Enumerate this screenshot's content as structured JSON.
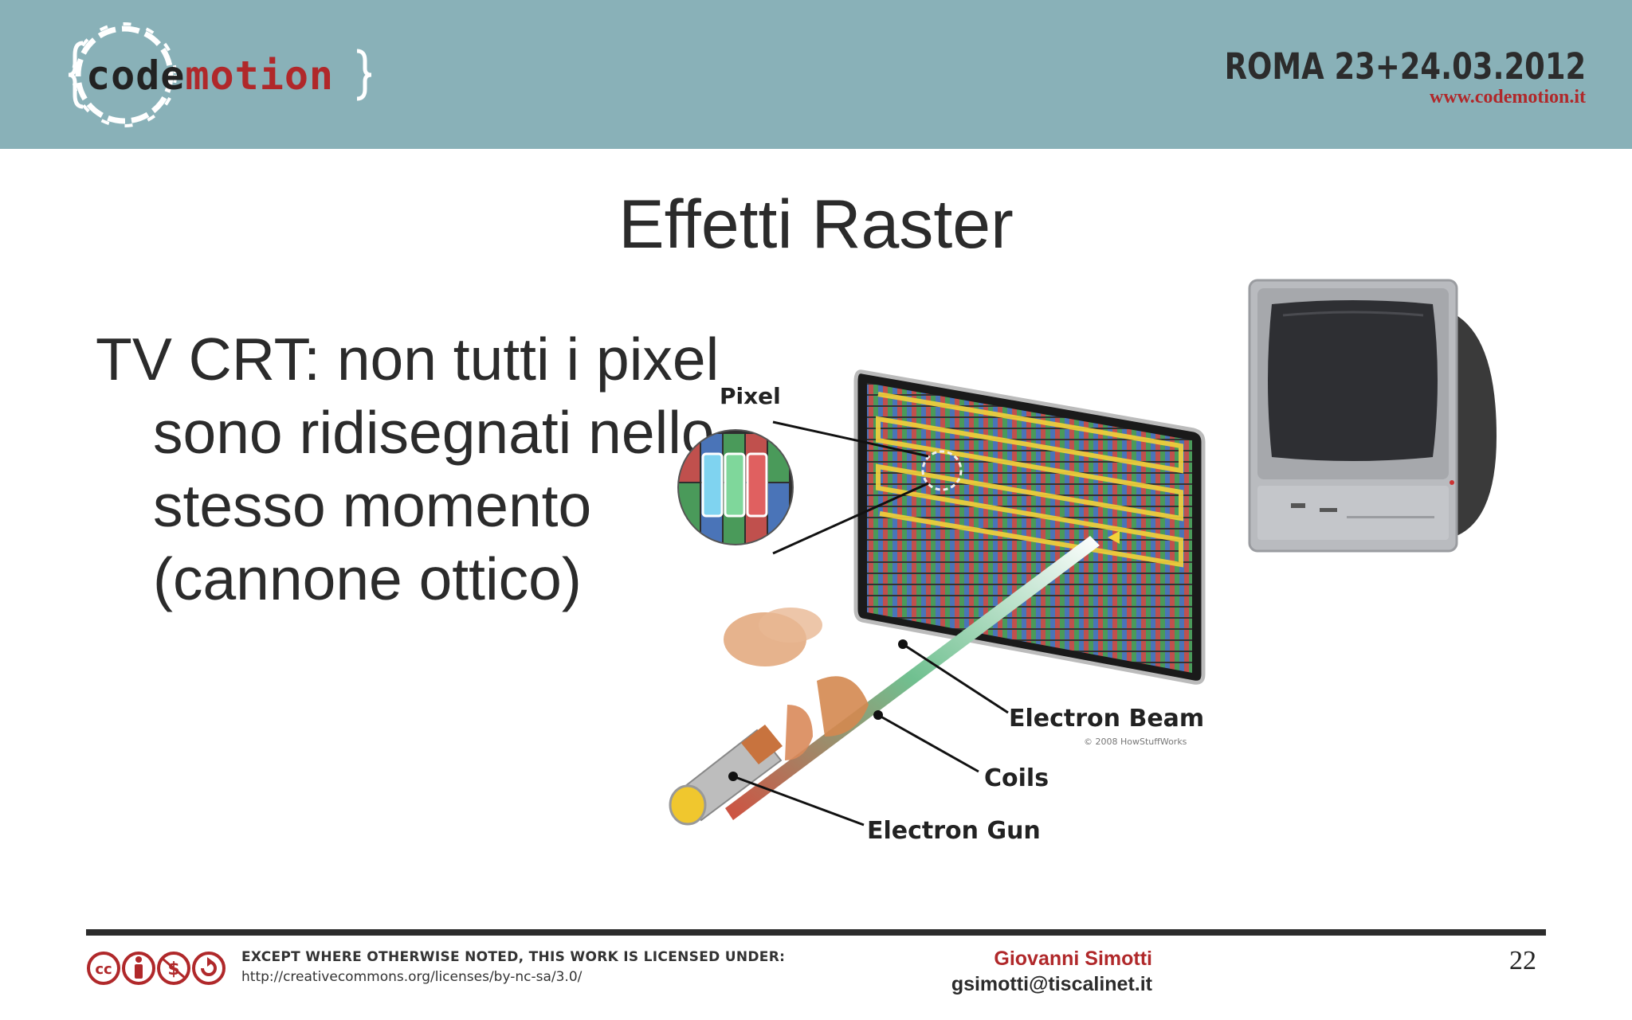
{
  "header": {
    "logo_text_dark": "code",
    "logo_text_red": "motion",
    "event_date": "ROMA 23+24.03.2012",
    "event_url": "www.codemotion.it"
  },
  "slide": {
    "title": "Effetti Raster",
    "bullet": "TV CRT: non tutti i pixel sono ridisegnati nello stesso momento (cannone ottico)"
  },
  "figure": {
    "label_pixel": "Pixel",
    "label_beam": "Electron Beam",
    "label_coils": "Coils",
    "label_gun": "Electron Gun",
    "credit": "© 2008 HowStuffWorks"
  },
  "footer": {
    "license_line1": "EXCEPT WHERE OTHERWISE NOTED, THIS WORK IS LICENSED UNDER:",
    "license_line2": "http://creativecommons.org/licenses/by-nc-sa/3.0/",
    "author_name": "Giovanni Simotti",
    "author_email": "gsimotti@tiscalinet.it",
    "page_number": "22"
  },
  "colors": {
    "header_bg": "#89b1b8",
    "accent_red": "#b0282a",
    "text_dark": "#2b2b2b"
  }
}
